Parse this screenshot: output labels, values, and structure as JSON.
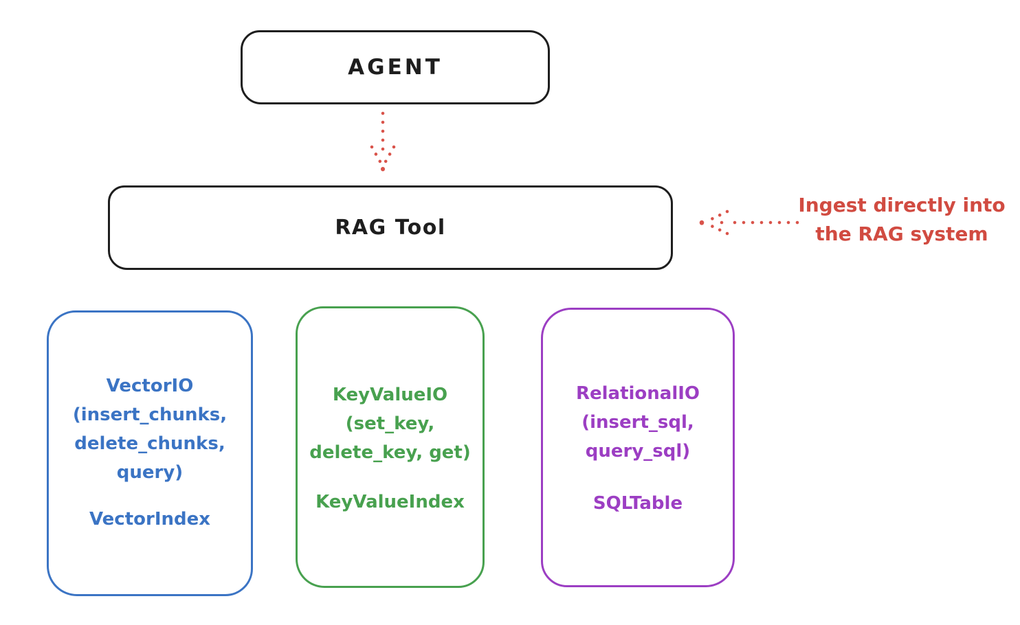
{
  "diagram": {
    "agent": {
      "label": "AGENT"
    },
    "rag_tool": {
      "label": "RAG Tool"
    },
    "annotation": {
      "text_line1": "Ingest directly into",
      "text_line2": "the RAG system"
    },
    "icons": {
      "agent_to_rag": "dotted-down-arrow-icon",
      "annotation_to_rag": "dotted-left-arrow-icon"
    },
    "colors": {
      "stroke_black": "#1e1e1e",
      "annotation_red": "#d14b41",
      "vector_blue": "#3b74c4",
      "keyvalue_green": "#48a14f",
      "relational_purple": "#9c3ec3",
      "background": "#ffffff"
    },
    "io_boxes": [
      {
        "id": "vector-io",
        "color": "#3b74c4",
        "lines": [
          "VectorIO",
          "(insert_chunks,",
          "delete_chunks,",
          "query)"
        ],
        "index_label": "VectorIndex"
      },
      {
        "id": "keyvalue-io",
        "color": "#48a14f",
        "lines": [
          "KeyValueIO",
          "(set_key,",
          "delete_key, get)"
        ],
        "index_label": "KeyValueIndex"
      },
      {
        "id": "relational-io",
        "color": "#9c3ec3",
        "lines": [
          "RelationalIO",
          "(insert_sql,",
          "query_sql)"
        ],
        "index_label": "SQLTable"
      }
    ]
  }
}
